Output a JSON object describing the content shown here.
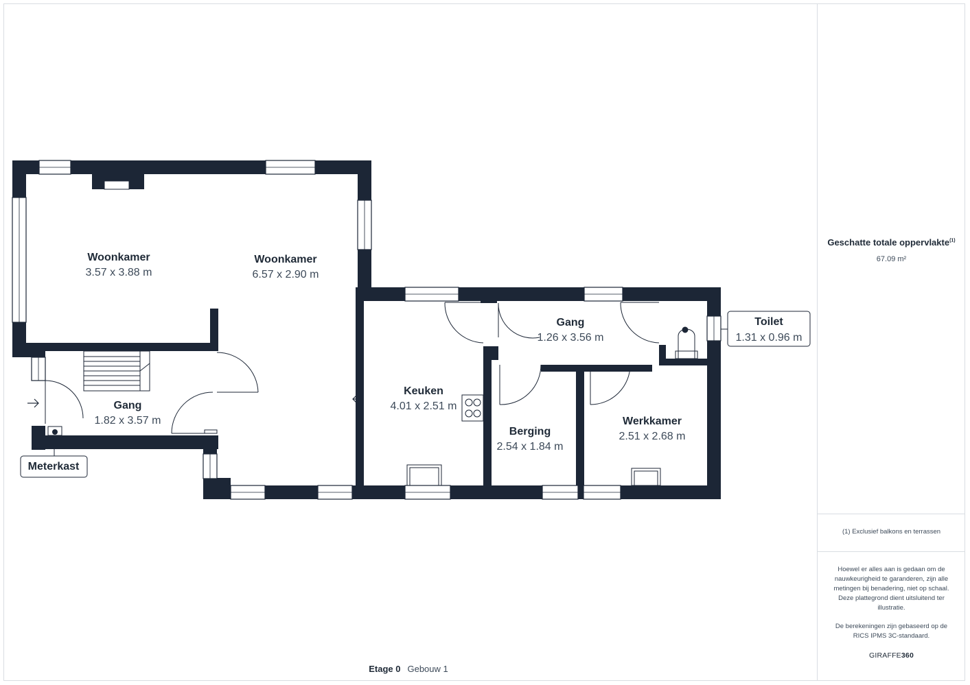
{
  "rooms": [
    {
      "name": "Woonkamer",
      "dims": "3.57 x 3.88 m"
    },
    {
      "name": "Woonkamer",
      "dims": "6.57 x 2.90 m"
    },
    {
      "name": "Gang",
      "dims": "1.82 x 3.57 m"
    },
    {
      "name": "Keuken",
      "dims": "4.01 x 2.51 m"
    },
    {
      "name": "Gang",
      "dims": "1.26 x 3.56 m"
    },
    {
      "name": "Berging",
      "dims": "2.54 x 1.84 m"
    },
    {
      "name": "Werkkamer",
      "dims": "2.51 x 2.68 m"
    }
  ],
  "callouts": {
    "toilet": {
      "name": "Toilet",
      "dims": "1.31 x 0.96 m"
    },
    "meterkast": {
      "name": "Meterkast"
    }
  },
  "floor": {
    "level": "Etage 0",
    "building": "Gebouw 1"
  },
  "sidebar": {
    "area_title": "Geschatte totale oppervlakte",
    "area_note_marker": "(1)",
    "area_value": "67.09 m²",
    "footnote": "(1) Exclusief balkons en terrassen",
    "disclaimer_1": "Hoewel er alles aan is gedaan om de nauwkeurigheid te garanderen, zijn alle metingen bij benadering, niet op schaal. Deze plattegrond dient uitsluitend ter illustratie.",
    "disclaimer_2": "De berekeningen zijn gebaseerd op de RICS IPMS 3C-standaard.",
    "brand_prefix": "GIRAFFE",
    "brand_suffix": "360"
  },
  "colors": {
    "wall": "#1c2636",
    "text": "#1f2a37",
    "muted": "#3d4a59",
    "line": "#1c2636"
  }
}
